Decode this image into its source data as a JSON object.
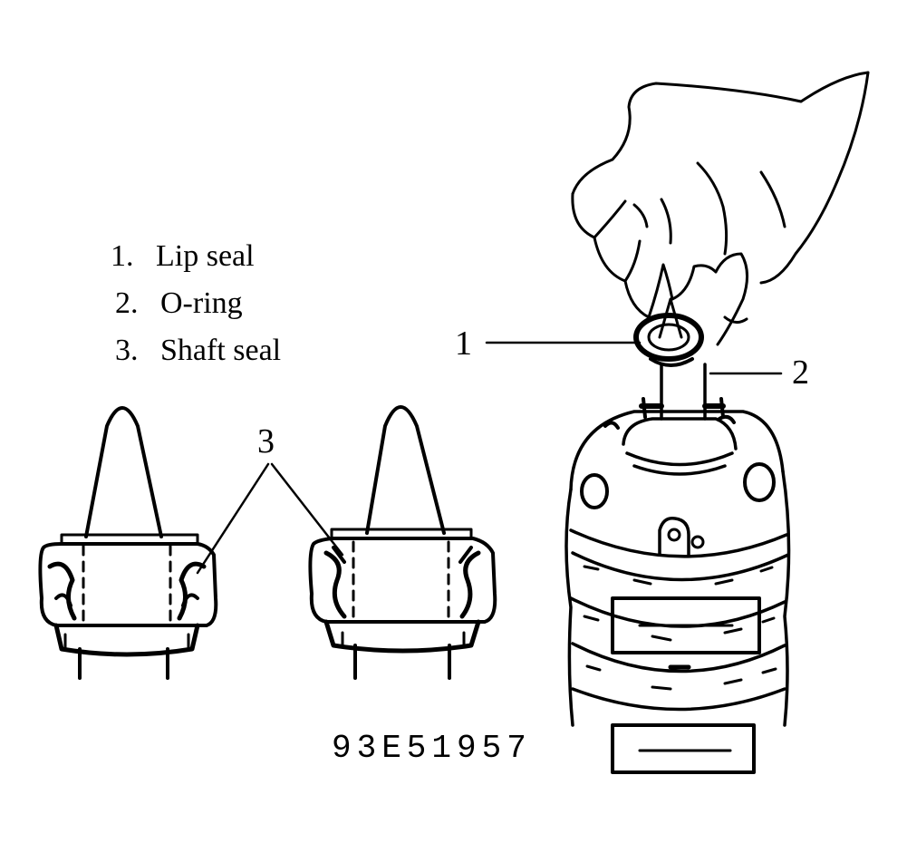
{
  "legend": {
    "items": [
      {
        "num": "1.",
        "label": "Lip seal"
      },
      {
        "num": "2.",
        "label": "O-ring"
      },
      {
        "num": "3.",
        "label": "Shaft seal"
      }
    ]
  },
  "callouts": {
    "one": "1",
    "two": "2",
    "three": "3"
  },
  "figure_code": "93E51957",
  "colors": {
    "ink": "#000000",
    "paper": "#ffffff"
  }
}
